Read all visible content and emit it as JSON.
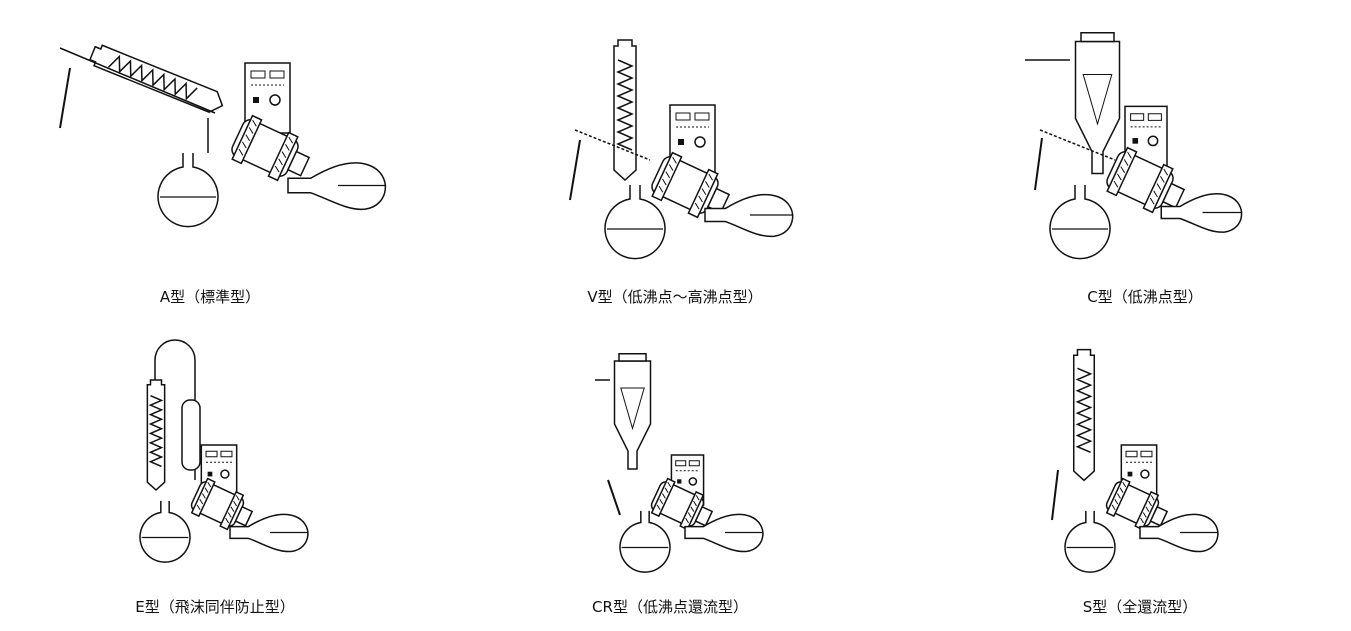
{
  "diagrams": [
    {
      "label": "A型（標準型）"
    },
    {
      "label": "V型（低沸点～高沸点型）"
    },
    {
      "label": "C型（低沸点型）"
    },
    {
      "label": "E型（飛沫同伴防止型）"
    },
    {
      "label": "CR型（低沸点還流型）"
    },
    {
      "label": "S型（全還流型）"
    }
  ],
  "colors": {
    "line": "#111111",
    "background": "#ffffff"
  }
}
